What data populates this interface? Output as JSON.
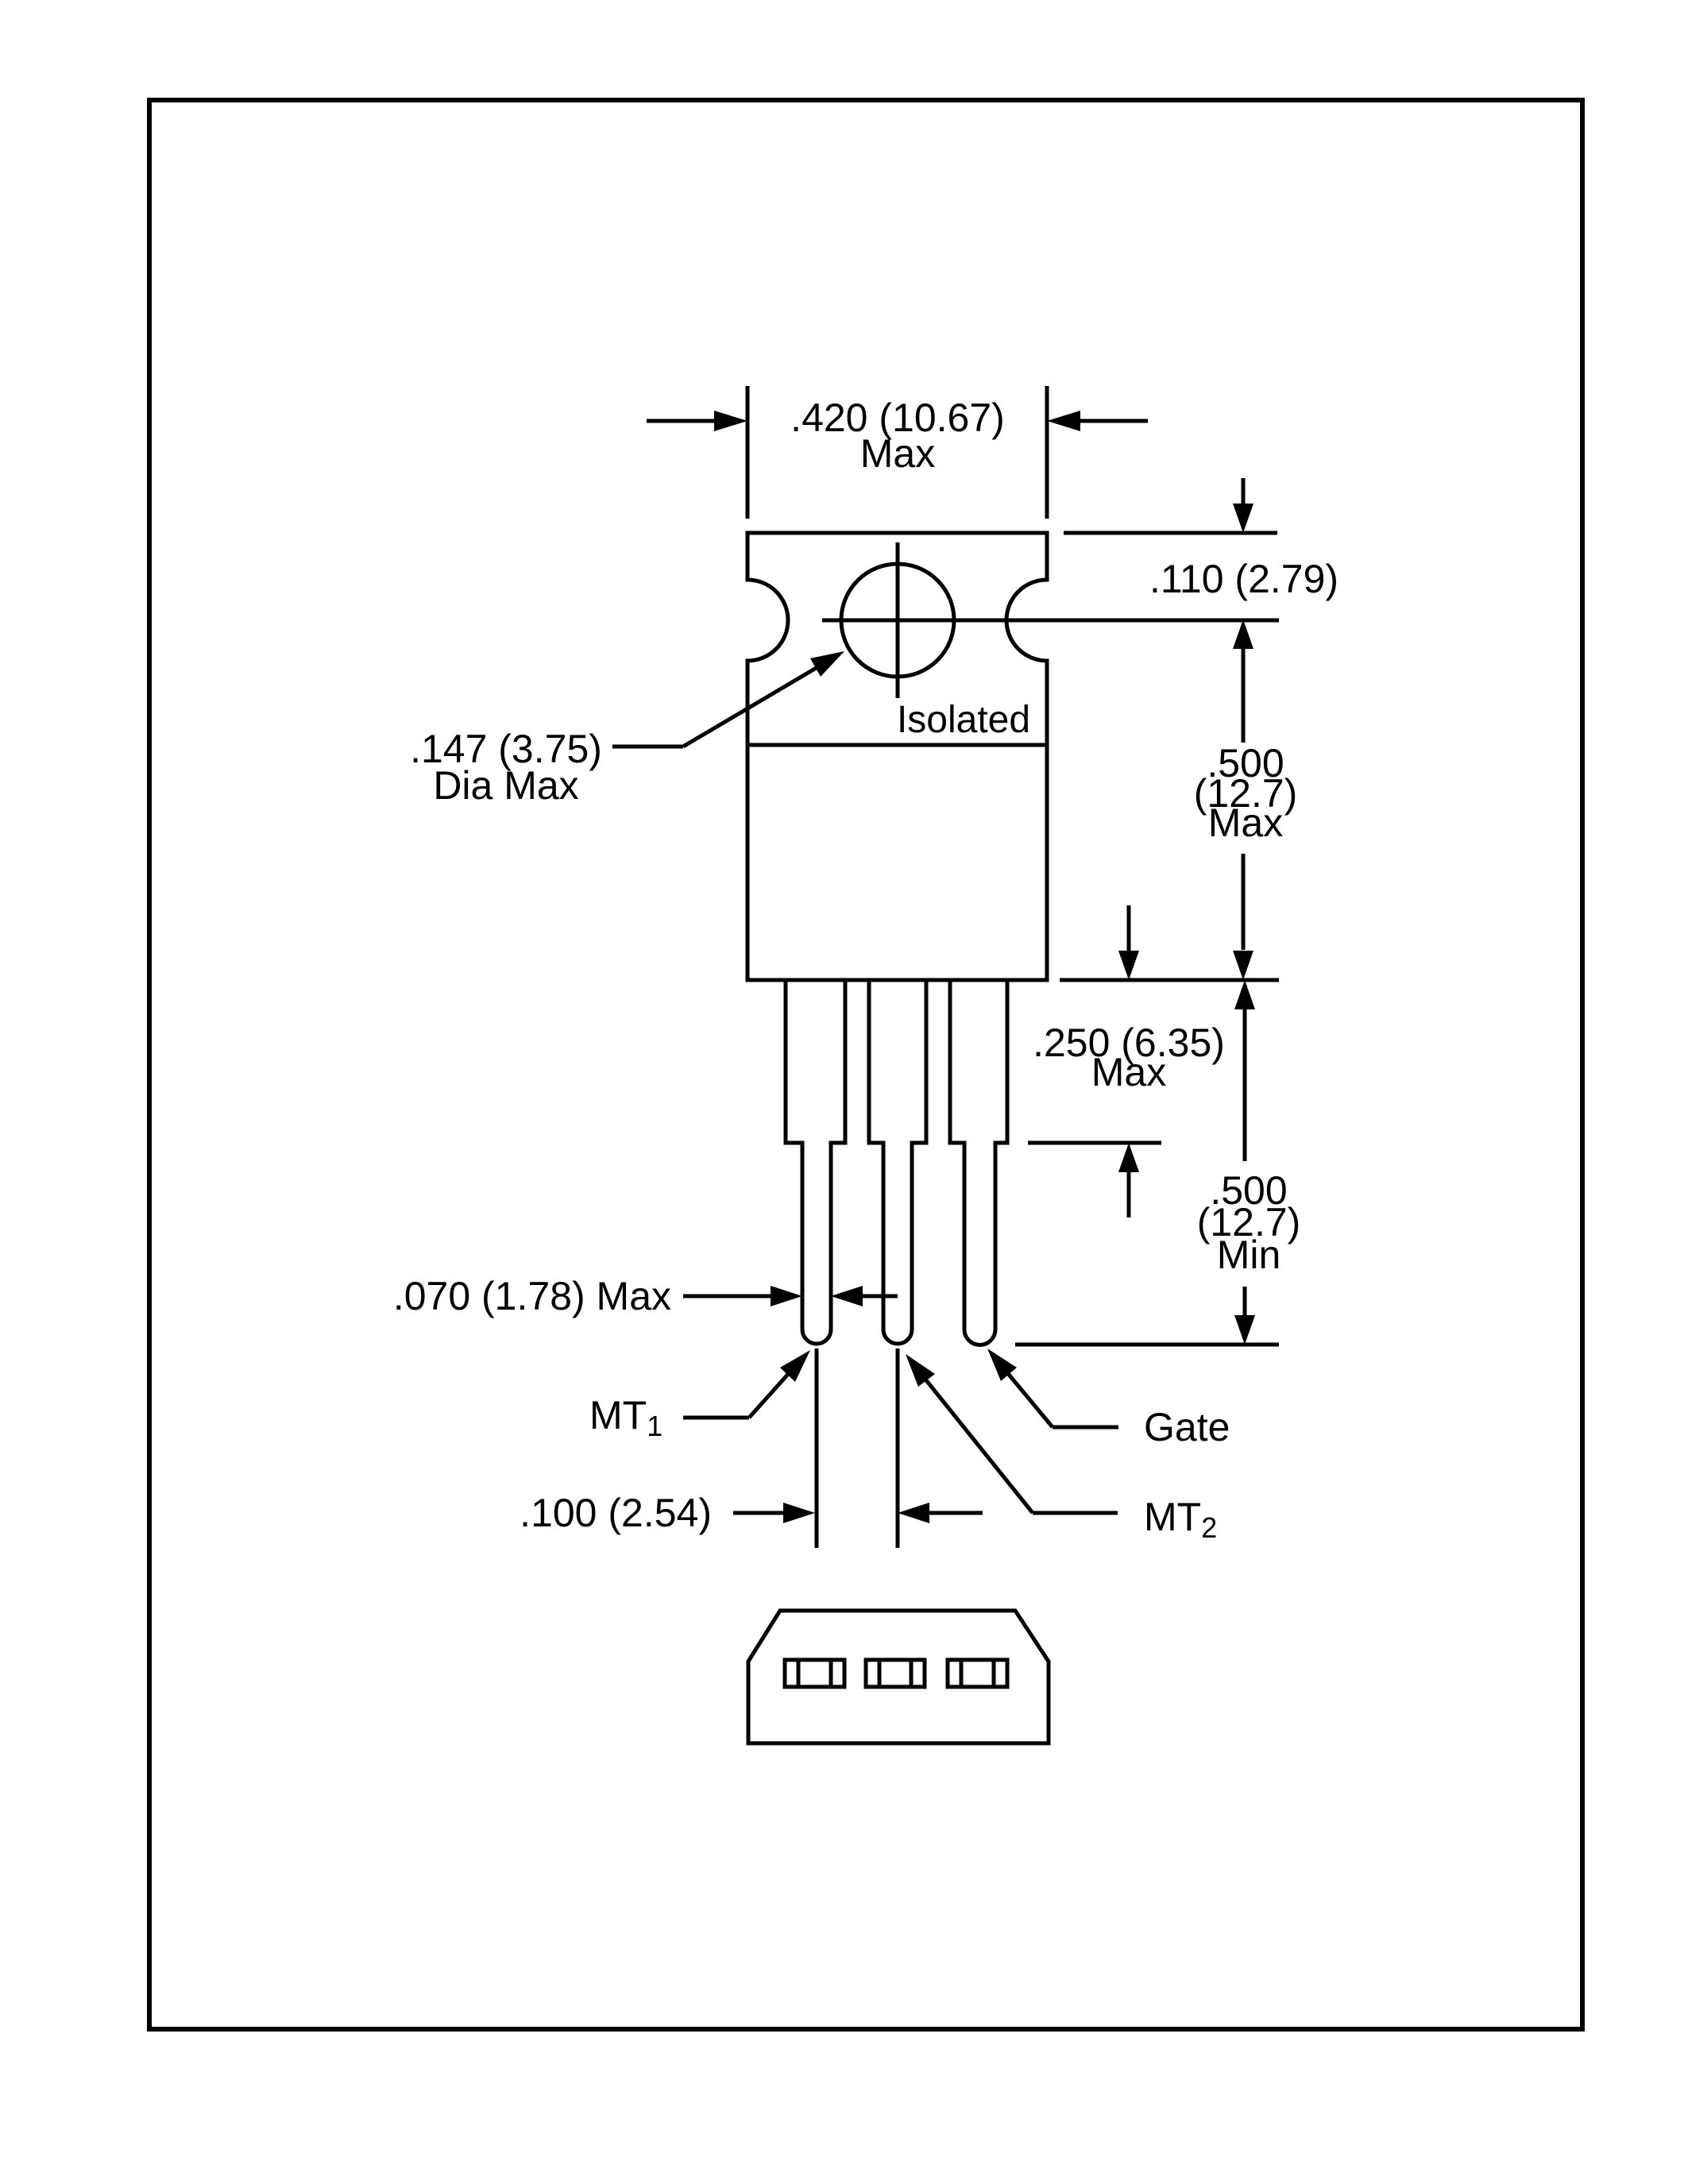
{
  "figure": {
    "kind": "package-outline-drawing",
    "package_style": "TO-220 Isolated",
    "colors": {
      "ink": "#000000",
      "paper": "#ffffff"
    },
    "labels": {
      "isolated": "Isolated",
      "gate": "Gate",
      "mt_base": "MT",
      "mt1_sub": "1",
      "mt2_sub": "2"
    },
    "dimensions": {
      "tab_width": ".420 (10.67)",
      "tab_width_qual": "Max",
      "hole_offset": ".110 (2.79)",
      "hole_dia": ".147 (3.75)",
      "hole_dia_qual": "Dia Max",
      "body_height_l1": ".500",
      "body_height_l2": "(12.7)",
      "body_height_l3": "Max",
      "lead_shoulder": ".250 (6.35)",
      "lead_shoulder_qual": "Max",
      "lead_length_l1": ".500",
      "lead_length_l2": "(12.7)",
      "lead_length_l3": "Min",
      "lead_width": ".070 (1.78) Max",
      "lead_pitch": ".100 (2.54)"
    }
  }
}
